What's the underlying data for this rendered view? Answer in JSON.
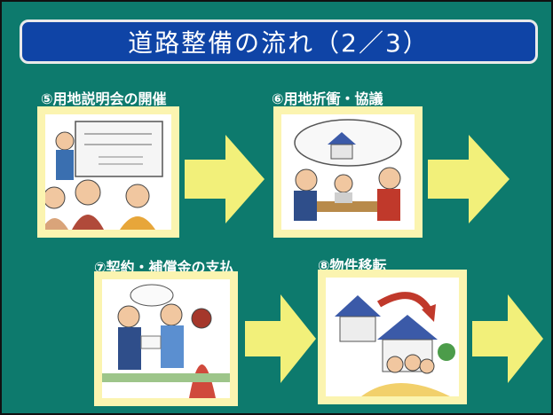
{
  "title": "道路整備の流れ（2／3）",
  "steps": [
    {
      "label": "⑤用地説明会の開催",
      "illustration": "explanation-meeting"
    },
    {
      "label": "⑥用地折衝・協議",
      "illustration": "negotiation"
    },
    {
      "label": "⑦契約・補償金の支払",
      "illustration": "contract-payment"
    },
    {
      "label": "⑧物件移転",
      "illustration": "relocation"
    }
  ],
  "colors": {
    "background": "#0d7a6d",
    "title_bg": "#0f44a6",
    "panel": "#fbf4b0",
    "arrow": "#f2f07a"
  }
}
